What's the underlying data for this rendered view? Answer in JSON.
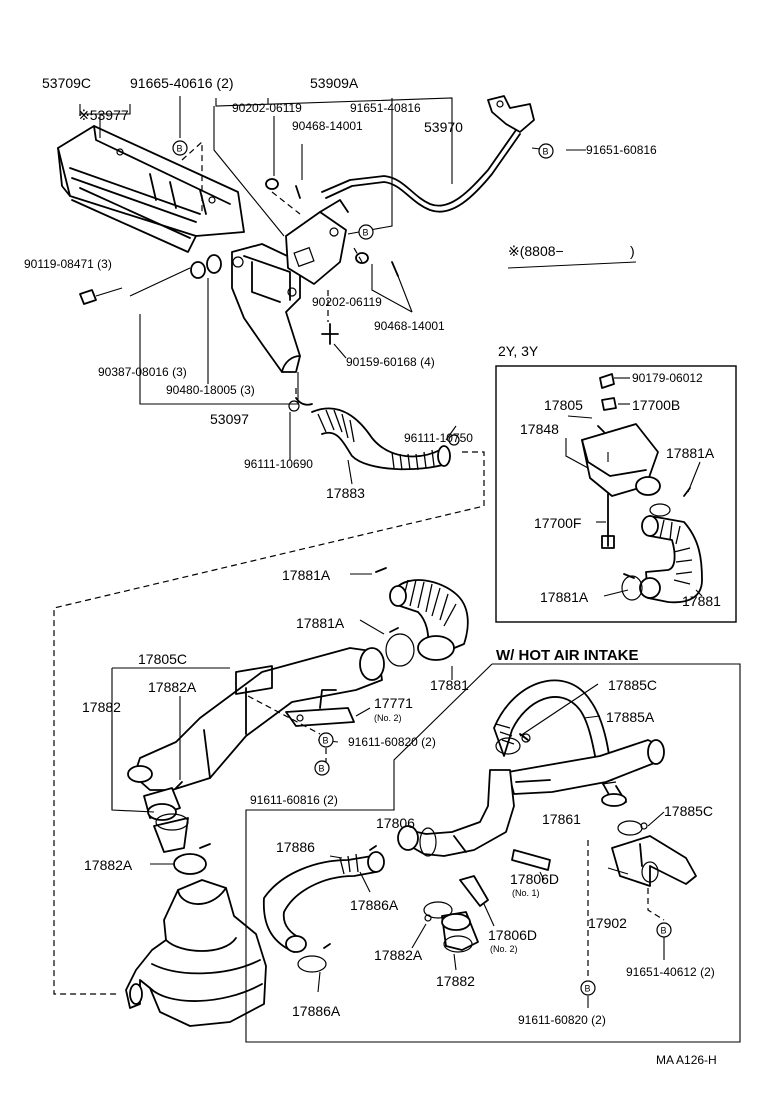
{
  "parts": {
    "p53709c": "53709C",
    "p91665_40616": "91665-40616 (2)",
    "p53977": "※53977",
    "p53909a": "53909A",
    "p90202_06119a": "90202-06119",
    "p91651_40816": "91651-40816",
    "p90468_14001a": "90468-14001",
    "p53970": "53970",
    "p91651_60816": "91651-60816",
    "note_8808": "※(8808−",
    "note_8808_close": ")",
    "p90119_08471": "90119-08471 (3)",
    "p90202_06119b": "90202-06119",
    "p90468_14001b": "90468-14001",
    "p90159_60168": "90159-60168 (4)",
    "p90387_08016": "90387-08016 (3)",
    "p90480_18005": "90480-18005 (3)",
    "p53097": "53097",
    "p96111_10750": "96111-10750",
    "p96111_10690": "96111-10690",
    "p17883": "17883",
    "box_title": "2Y, 3Y",
    "p90179_06012": "90179-06012",
    "p17805": "17805",
    "p17700b": "17700B",
    "p17848": "17848",
    "p17881a_1": "17881A",
    "p17700f": "17700F",
    "p17881a_2": "17881A",
    "p17881_box": "17881",
    "p17881a_3": "17881A",
    "p17881a_4": "17881A",
    "p17881": "17881",
    "p17805c": "17805C",
    "p17882a_1": "17882A",
    "p17882_1": "17882",
    "p17771": "17771",
    "p17771_no": "(No. 2)",
    "p91611_60820a": "91611-60820 (2)",
    "p91611_60816": "91611-60816 (2)",
    "p17882a_2": "17882A",
    "hot_air_title": "W/ HOT  AIR  INTAKE",
    "p17885c_1": "17885C",
    "p17885a": "17885A",
    "p17885c_2": "17885C",
    "p17806": "17806",
    "p17861": "17861",
    "p17886": "17886",
    "p17886a_1": "17886A",
    "p17806d": "17806D",
    "p17806d_no": "(No. 1)",
    "p17902": "17902",
    "p17882a_3": "17882A",
    "p17806d_2": "17806D",
    "p17806d_2_no": "(No. 2)",
    "p17882_2": "17882",
    "p91651_40612": "91651-40612 (2)",
    "p17886a_2": "17886A",
    "p91611_60820b": "91611-60820 (2)",
    "code": "MA  A126-H",
    "bolt_mark": "B"
  }
}
